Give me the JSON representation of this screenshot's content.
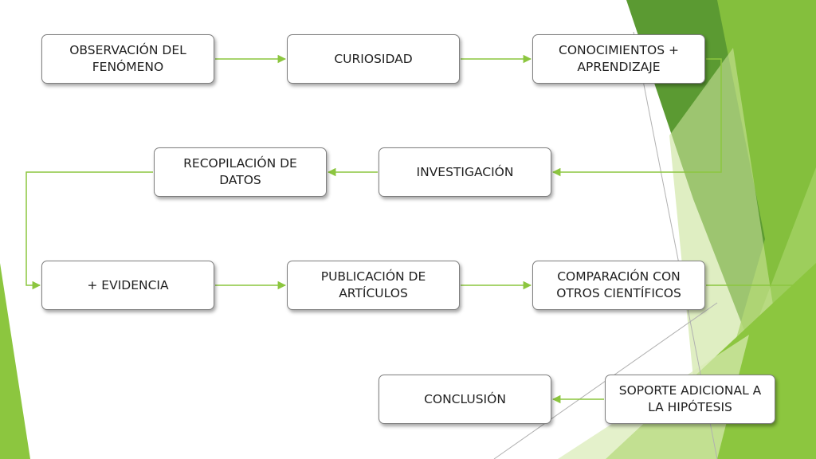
{
  "colors": {
    "connector": "#8cc63f",
    "node_border": "#7f7f7f",
    "background": "#ffffff",
    "accent_dark": "#5b9a32",
    "accent_mid": "#8cc63f",
    "accent_light": "#c9e39a"
  },
  "nodes": [
    {
      "id": "observacion",
      "lines": [
        "OBSERVACIÓN DEL",
        "FENÓMENO"
      ]
    },
    {
      "id": "curiosidad",
      "lines": [
        "CURIOSIDAD"
      ]
    },
    {
      "id": "conocimientos",
      "lines": [
        "CONOCIMIENTOS +",
        "APRENDIZAJE"
      ]
    },
    {
      "id": "investigacion",
      "lines": [
        "INVESTIGACIÓN"
      ]
    },
    {
      "id": "recopilacion",
      "lines": [
        "RECOPILACIÓN DE",
        "DATOS"
      ]
    },
    {
      "id": "evidencia",
      "lines": [
        "+ EVIDENCIA"
      ]
    },
    {
      "id": "publicacion",
      "lines": [
        "PUBLICACIÓN DE",
        "ARTÍCULOS"
      ]
    },
    {
      "id": "comparacion",
      "lines": [
        "COMPARACIÓN CON",
        "OTROS CIENTÍFICOS"
      ]
    },
    {
      "id": "soporte",
      "lines": [
        "SOPORTE ADICIONAL A",
        "LA HIPÓTESIS"
      ]
    },
    {
      "id": "conclusion",
      "lines": [
        "CONCLUSIÓN"
      ]
    }
  ],
  "edges": [
    {
      "from": "observacion",
      "to": "curiosidad"
    },
    {
      "from": "curiosidad",
      "to": "conocimientos"
    },
    {
      "from": "conocimientos",
      "to": "investigacion"
    },
    {
      "from": "investigacion",
      "to": "recopilacion"
    },
    {
      "from": "recopilacion",
      "to": "evidencia"
    },
    {
      "from": "evidencia",
      "to": "publicacion"
    },
    {
      "from": "publicacion",
      "to": "comparacion"
    },
    {
      "from": "comparacion",
      "to": "soporte"
    },
    {
      "from": "soporte",
      "to": "conclusion"
    }
  ]
}
